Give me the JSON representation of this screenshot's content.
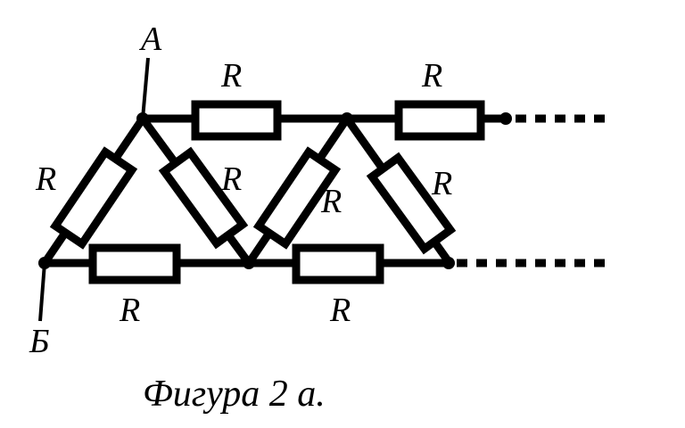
{
  "terminals": {
    "top": "А",
    "bottom": "Б"
  },
  "resistor_label": "R",
  "caption": "Фигура 2 а."
}
